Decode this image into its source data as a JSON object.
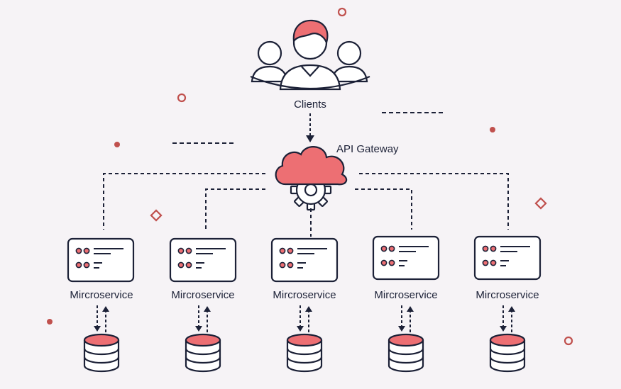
{
  "clients": {
    "label": "Clients"
  },
  "gateway": {
    "label": "API Gateway"
  },
  "microservices": [
    {
      "label": "Mircroservice"
    },
    {
      "label": "Mircroservice"
    },
    {
      "label": "Mircroservice"
    },
    {
      "label": "Mircroservice"
    },
    {
      "label": "Mircroservice"
    }
  ],
  "colors": {
    "background": "#f6f3f6",
    "accent": "#ed6f73",
    "ink": "#1c2137",
    "deco": "#c0504d"
  }
}
